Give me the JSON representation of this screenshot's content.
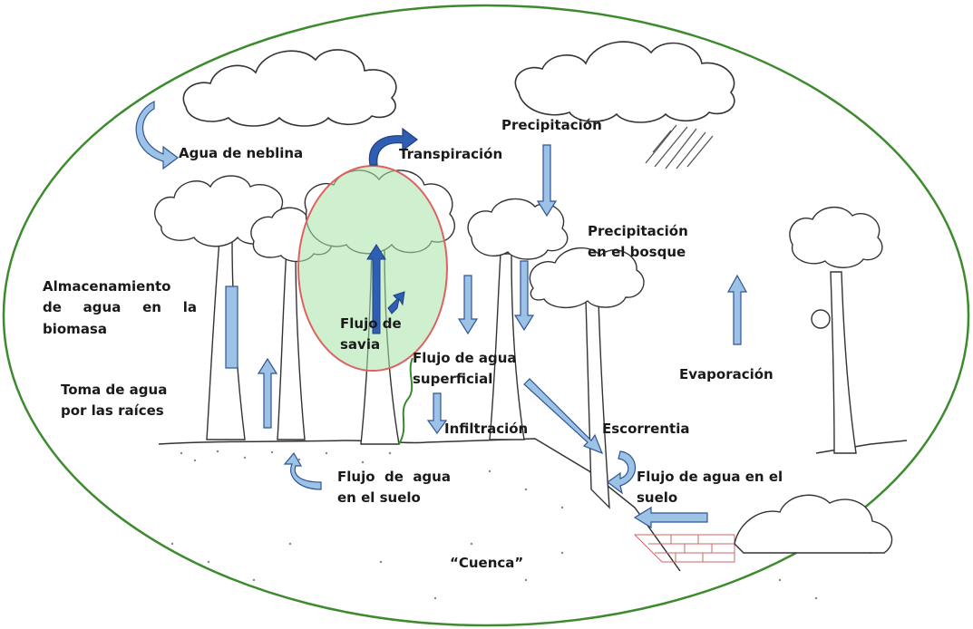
{
  "labels": {
    "agua_neblina": "Agua de neblina",
    "transpiracion": "Transpiración",
    "precipitacion": "Precipitación",
    "precip_bosque_1": "Precipitación",
    "precip_bosque_2": "en el bosque",
    "almacenamiento_1": "Almacenamiento",
    "almacenamiento_2": "de  agua  en  la",
    "almacenamiento_3": "biomasa",
    "flujo_savia_1": "Flujo de",
    "flujo_savia_2": "savia",
    "flujo_superficial_1": "Flujo de agua",
    "flujo_superficial_2": "superficial",
    "evaporacion": "Evaporación",
    "toma_agua_1": "Toma de agua",
    "toma_agua_2": "por las raíces",
    "infiltracion": "Infiltración",
    "escorrentia": "Escorrentia",
    "flujo_suelo_left_1": "Flujo  de  agua",
    "flujo_suelo_left_2": "en el suelo",
    "flujo_suelo_right_1": "Flujo de agua en el",
    "flujo_suelo_right_2": "suelo",
    "cuenca": "“Cuenca”"
  },
  "colors": {
    "border_ellipse": "#3d8a2f",
    "arrow_fill": "#9cc2e6",
    "arrow_stroke": "#2f5496",
    "arrow_dark": "#2f5fb3",
    "highlight_fill": "#a8e3a8",
    "highlight_stroke": "#e06060",
    "sketch": "#333333"
  }
}
